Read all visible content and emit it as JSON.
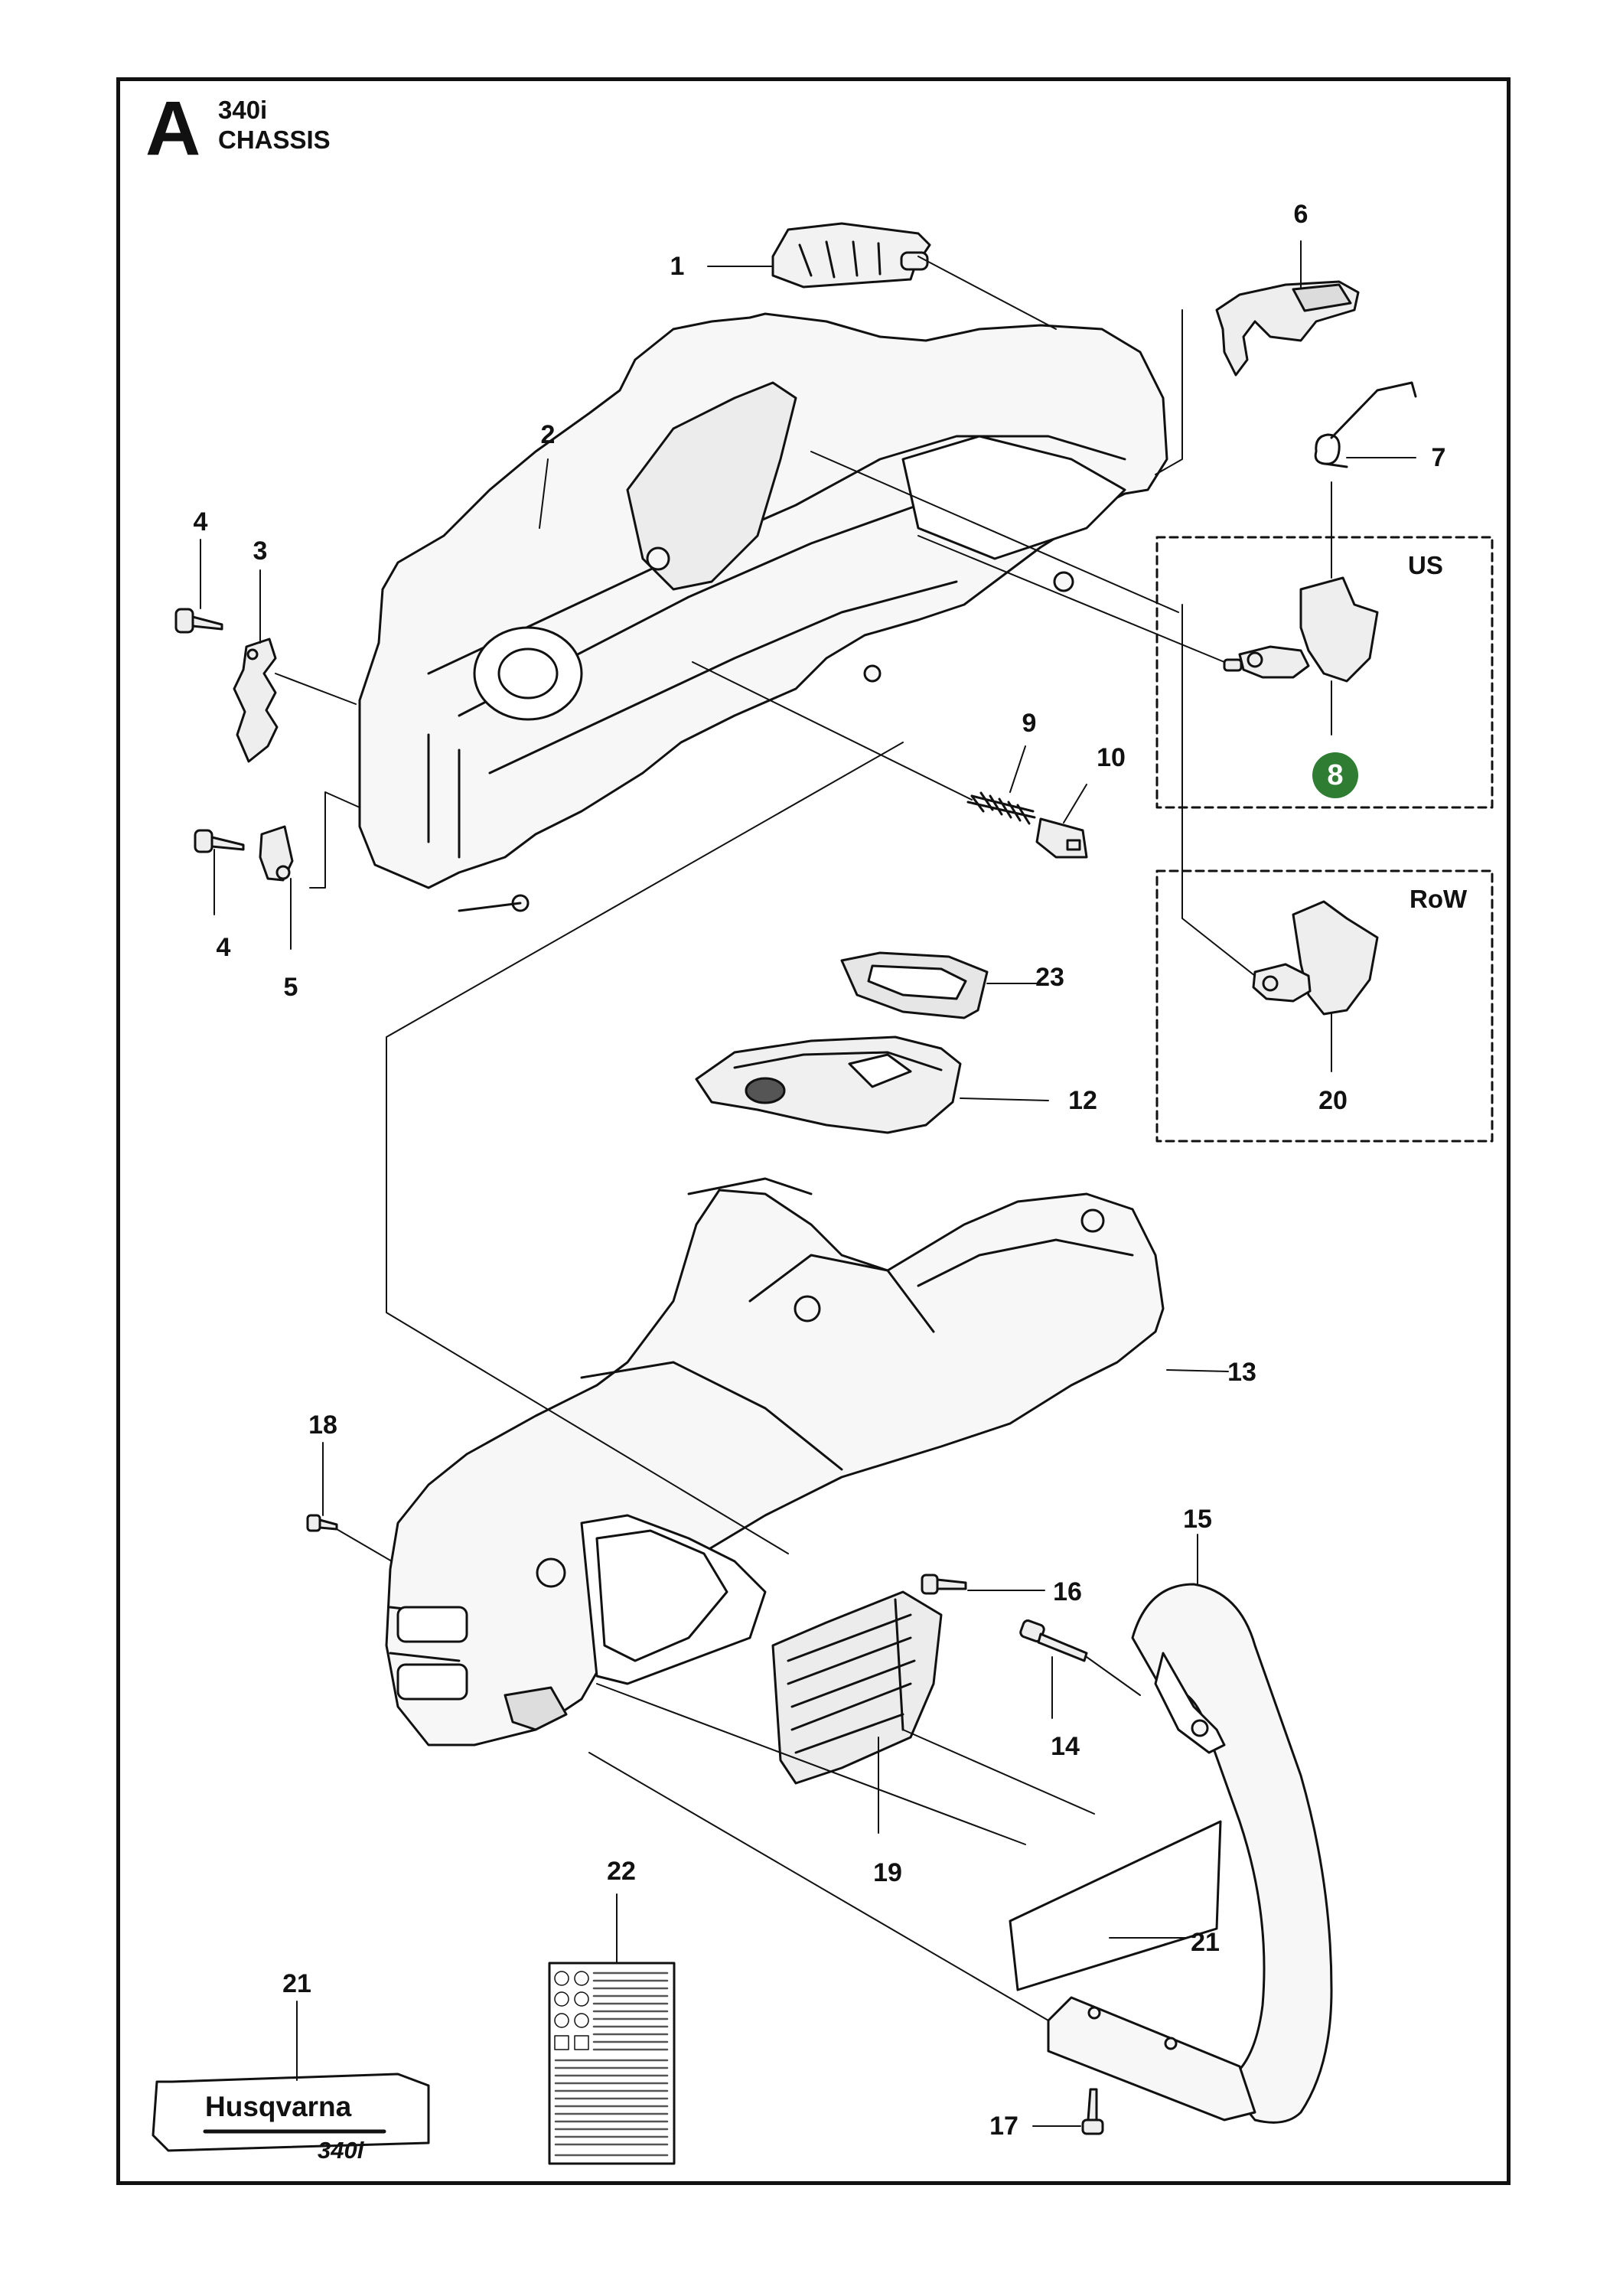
{
  "header": {
    "section_letter": "A",
    "model": "340i",
    "section_title": "CHASSIS"
  },
  "variant_boxes": [
    {
      "label": "US"
    },
    {
      "label": "RoW"
    }
  ],
  "callouts": [
    {
      "number": "1"
    },
    {
      "number": "2"
    },
    {
      "number": "3"
    },
    {
      "number": "4"
    },
    {
      "number": "4"
    },
    {
      "number": "5"
    },
    {
      "number": "6"
    },
    {
      "number": "7"
    },
    {
      "number": "8",
      "highlighted": true,
      "highlight_color": "#2e7d32"
    },
    {
      "number": "9"
    },
    {
      "number": "10"
    },
    {
      "number": "12"
    },
    {
      "number": "13"
    },
    {
      "number": "14"
    },
    {
      "number": "15"
    },
    {
      "number": "16"
    },
    {
      "number": "17"
    },
    {
      "number": "18"
    },
    {
      "number": "19"
    },
    {
      "number": "20"
    },
    {
      "number": "21"
    },
    {
      "number": "21"
    },
    {
      "number": "22"
    },
    {
      "number": "23"
    }
  ],
  "decal": {
    "brand": "Husqvarna",
    "model": "340i"
  },
  "colors": {
    "line": "#111111",
    "highlight": "#2e7d32",
    "background": "#ffffff"
  }
}
